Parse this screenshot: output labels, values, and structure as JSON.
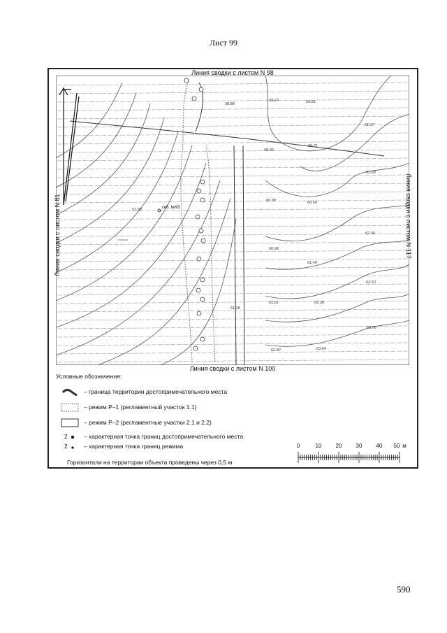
{
  "sheet": {
    "title": "Лист 99",
    "page_number": "590"
  },
  "edges": {
    "top": "Линия сводки с листом N 98",
    "bottom": "Линия сводки с листом N 100",
    "left": "Линия сводки с листом N 81",
    "right": "Линия сводки с листом N 117"
  },
  "elevations": [
    "58.88",
    "59.20",
    "59.81",
    "61.27",
    "58.90",
    "60.21",
    "61.68",
    "57.98",
    "60.38",
    "60.56",
    "62.04",
    "60.98",
    "61.49",
    "62.60",
    "61.28",
    "61.61",
    "62.38",
    "63.76",
    "62.82",
    "63.04"
  ],
  "map_text": {
    "well": "скб. №93",
    "label_small": "станция"
  },
  "legend": {
    "title": "Условные обозначения:",
    "items": [
      {
        "text": "– граница территории достопримечательного места"
      },
      {
        "text": "– режим Р–1 (регламентный участок 1.1)"
      },
      {
        "text": "– режим Р–2 (регламентные участки 2.1 и 2.2)"
      },
      {
        "sym": "2",
        "text": "– характерная точка границ достопримечательного места"
      },
      {
        "sym": "2",
        "text": "– характерная точка границ режима"
      }
    ]
  },
  "scale": {
    "labels": [
      "0",
      "10",
      "20",
      "30",
      "40",
      "50"
    ],
    "unit": "м"
  },
  "note": "Горизонтали на территории объекта проведены через 0,5 м"
}
